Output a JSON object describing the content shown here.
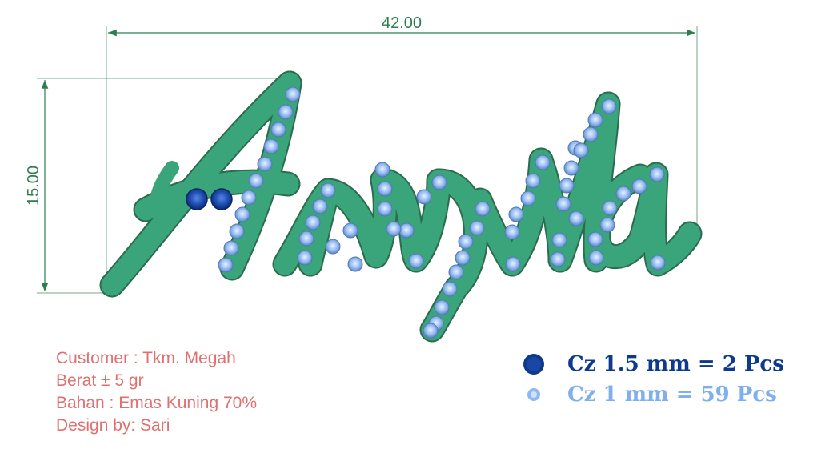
{
  "dimensions": {
    "width_label": "42.00",
    "height_label": "15.00"
  },
  "design": {
    "name_text": "Ansyila",
    "body_color": "#3aa57a",
    "outline_color": "#2b6b4f",
    "stone_large_color": "#1f4fb5",
    "stone_small_color": "#8fb8f0",
    "large_stone_count": 2,
    "small_stone_count": 59
  },
  "info": {
    "customer": "Customer : Tkm. Megah",
    "weight": "Berat ± 5 gr",
    "material": "Bahan : Emas Kuning 70%",
    "designer": "Design by: Sari"
  },
  "legend": {
    "large": "Cz 1.5 mm = 2 Pcs",
    "small": "Cz 1 mm = 59 Pcs"
  }
}
